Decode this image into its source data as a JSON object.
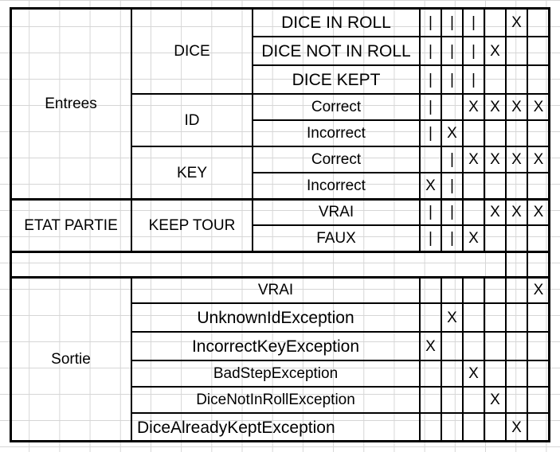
{
  "title": "",
  "groups": {
    "entrees": "Entrees",
    "etat_partie": "ETAT PARTIE",
    "sortie": "Sortie"
  },
  "subgroups": {
    "dice": "DICE",
    "id": "ID",
    "key": "KEY",
    "keep_tour": "KEEP TOUR"
  },
  "conditions": [
    {
      "label": "DICE IN ROLL",
      "marks": [
        "|",
        "|",
        "|",
        "",
        "X",
        ""
      ]
    },
    {
      "label": "DICE NOT IN ROLL",
      "marks": [
        "|",
        "|",
        "|",
        "X",
        "",
        ""
      ]
    },
    {
      "label": "DICE KEPT",
      "marks": [
        "|",
        "|",
        "|",
        "",
        "",
        ""
      ]
    },
    {
      "label": "Correct",
      "marks": [
        "|",
        "",
        "X",
        "X",
        "X",
        "X"
      ]
    },
    {
      "label": "Incorrect",
      "marks": [
        "|",
        "X",
        "",
        "",
        "",
        ""
      ]
    },
    {
      "label": "Correct",
      "marks": [
        "",
        "|",
        "X",
        "X",
        "X",
        "X"
      ]
    },
    {
      "label": "Incorrect",
      "marks": [
        "X",
        "|",
        "",
        "",
        "",
        ""
      ]
    },
    {
      "label": "VRAI",
      "marks": [
        "|",
        "|",
        "",
        "X",
        "X",
        "X"
      ]
    },
    {
      "label": "FAUX",
      "marks": [
        "|",
        "|",
        "X",
        "",
        "",
        ""
      ]
    }
  ],
  "outputs": [
    {
      "label": "VRAI",
      "marks": [
        "",
        "",
        "",
        "",
        "",
        "X"
      ]
    },
    {
      "label": "UnknownIdException",
      "marks": [
        "",
        "X",
        "",
        "",
        "",
        ""
      ]
    },
    {
      "label": "IncorrectKeyException",
      "marks": [
        "X",
        "",
        "",
        "",
        "",
        ""
      ]
    },
    {
      "label": "BadStepException",
      "marks": [
        "",
        "",
        "X",
        "",
        "",
        ""
      ]
    },
    {
      "label": "DiceNotInRollException",
      "marks": [
        "",
        "",
        "",
        "X",
        "",
        ""
      ]
    },
    {
      "label": "DiceAlreadyKeptException",
      "marks": [
        "",
        "",
        "",
        "",
        "X",
        ""
      ]
    }
  ]
}
